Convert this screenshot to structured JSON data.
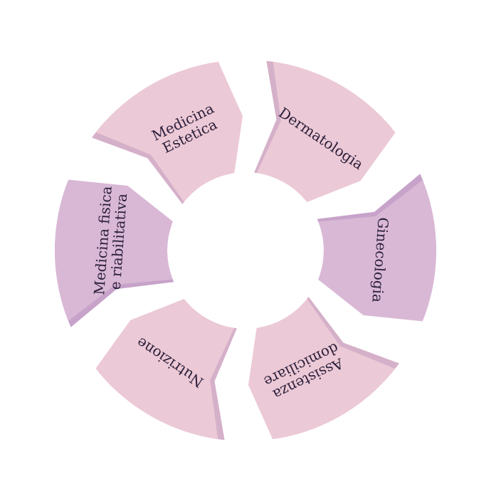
{
  "colors": {
    "background": "#ffffff",
    "pink": "#ecc9d6",
    "pink_shadow": "#d5b0c9",
    "purple": "#d9b8d6",
    "purple_shadow": "#c7a2c9",
    "text": "#2a1f3a",
    "center": "#ffffff"
  },
  "segments": [
    {
      "id": "medicina-estetica",
      "lines": [
        "Medicina",
        "Estetica"
      ],
      "tone": "pink"
    },
    {
      "id": "dermatologia",
      "lines": [
        "Dermatologia"
      ],
      "tone": "pink"
    },
    {
      "id": "ginecologia",
      "lines": [
        "Ginecologia"
      ],
      "tone": "purple"
    },
    {
      "id": "assistenza-domiciliare",
      "lines": [
        "Assistenza",
        "domiciliare"
      ],
      "tone": "pink"
    },
    {
      "id": "nutrizione",
      "lines": [
        "Nutrizione"
      ],
      "tone": "pink"
    },
    {
      "id": "medicina-fisica",
      "lines": [
        "Medicina fisica",
        "e riabilitativa"
      ],
      "tone": "purple"
    }
  ]
}
